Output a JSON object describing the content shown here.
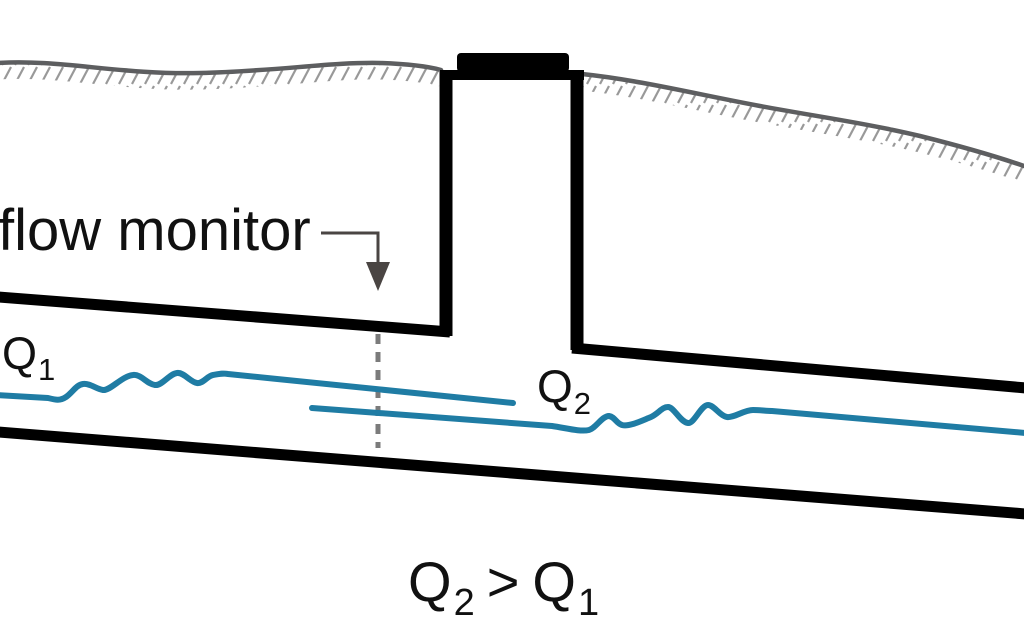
{
  "labels": {
    "flow_monitor": "flow monitor",
    "q1": {
      "base": "Q",
      "sub": "1"
    },
    "q2": {
      "base": "Q",
      "sub": "2"
    }
  },
  "formula": {
    "lhs_base": "Q",
    "lhs_sub": "2",
    "operator": ">",
    "rhs_base": "Q",
    "rhs_sub": "1"
  },
  "icons": {
    "leader_arrow": "arrow-down-icon"
  },
  "colors": {
    "background": "#ffffff",
    "structure": "#000000",
    "water": "#1f7ca4",
    "ground": "#5d5e60",
    "hatch": "#999999",
    "dashed_guide": "#7b7b7b",
    "leader": "#4a4543",
    "text": "#111111"
  }
}
